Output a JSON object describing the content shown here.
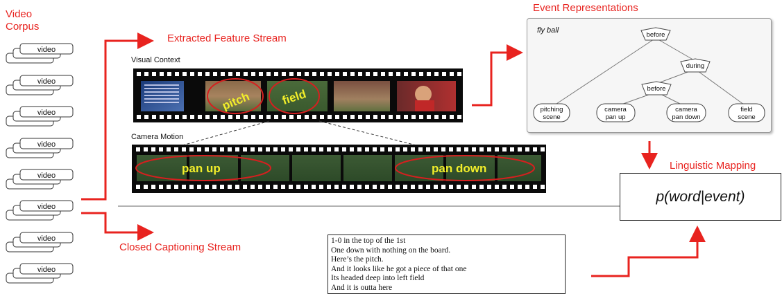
{
  "corpus": {
    "title_line1": "Video",
    "title_line2": "Corpus",
    "videos": [
      "video",
      "video",
      "video",
      "video",
      "video",
      "video",
      "video",
      "video"
    ]
  },
  "streams": {
    "extracted": "Extracted Feature Stream",
    "captioning": "Closed Captioning Stream"
  },
  "visual_context": {
    "label": "Visual Context",
    "ellipse_labels": [
      "pitch",
      "field"
    ]
  },
  "camera_motion": {
    "label": "Camera Motion",
    "ellipse_labels": [
      "pan up",
      "pan down"
    ]
  },
  "event_representations": {
    "title": "Event Representations",
    "event_name": "fly ball",
    "internal_nodes": [
      "before",
      "during",
      "before"
    ],
    "leaf_nodes": [
      [
        "pitching",
        "scene"
      ],
      [
        "camera",
        "pan up"
      ],
      [
        "camera",
        "pan down"
      ],
      [
        "field",
        "scene"
      ]
    ]
  },
  "linguistic_mapping": {
    "title": "Linguistic Mapping",
    "formula": "p(word|event)"
  },
  "captions": [
    "1-0 in the top of the 1st",
    "One down with nothing on the board.",
    "Here’s the pitch.",
    "And it looks like he got a piece of that one",
    "Its headed deep into left field",
    "And it is outta here"
  ],
  "colors": {
    "accent_red": "#e8231f",
    "film_black": "#0a0a0a",
    "label_yellow": "#f2ee2a"
  }
}
